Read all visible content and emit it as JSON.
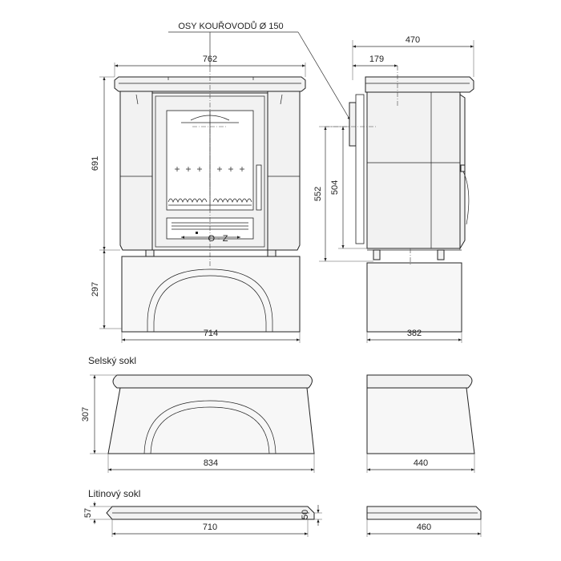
{
  "drawing": {
    "flue_note": "OSY KOUŘOVODŮ Ø 150",
    "front": {
      "width_top": "762",
      "height_stove": "691",
      "height_base": "297",
      "width_base": "714",
      "control_mark": "O - Z"
    },
    "side": {
      "depth_top": "470",
      "flue_offset": "179",
      "h_outer": "552",
      "h_inner": "504",
      "depth_base": "382"
    },
    "selsky": {
      "label": "Selský sokl",
      "height": "307",
      "width_front": "834",
      "width_side": "440"
    },
    "litinovy": {
      "label": "Litinový sokl",
      "height_left": "57",
      "height_right": "50",
      "width_front": "710",
      "width_side": "460"
    }
  }
}
